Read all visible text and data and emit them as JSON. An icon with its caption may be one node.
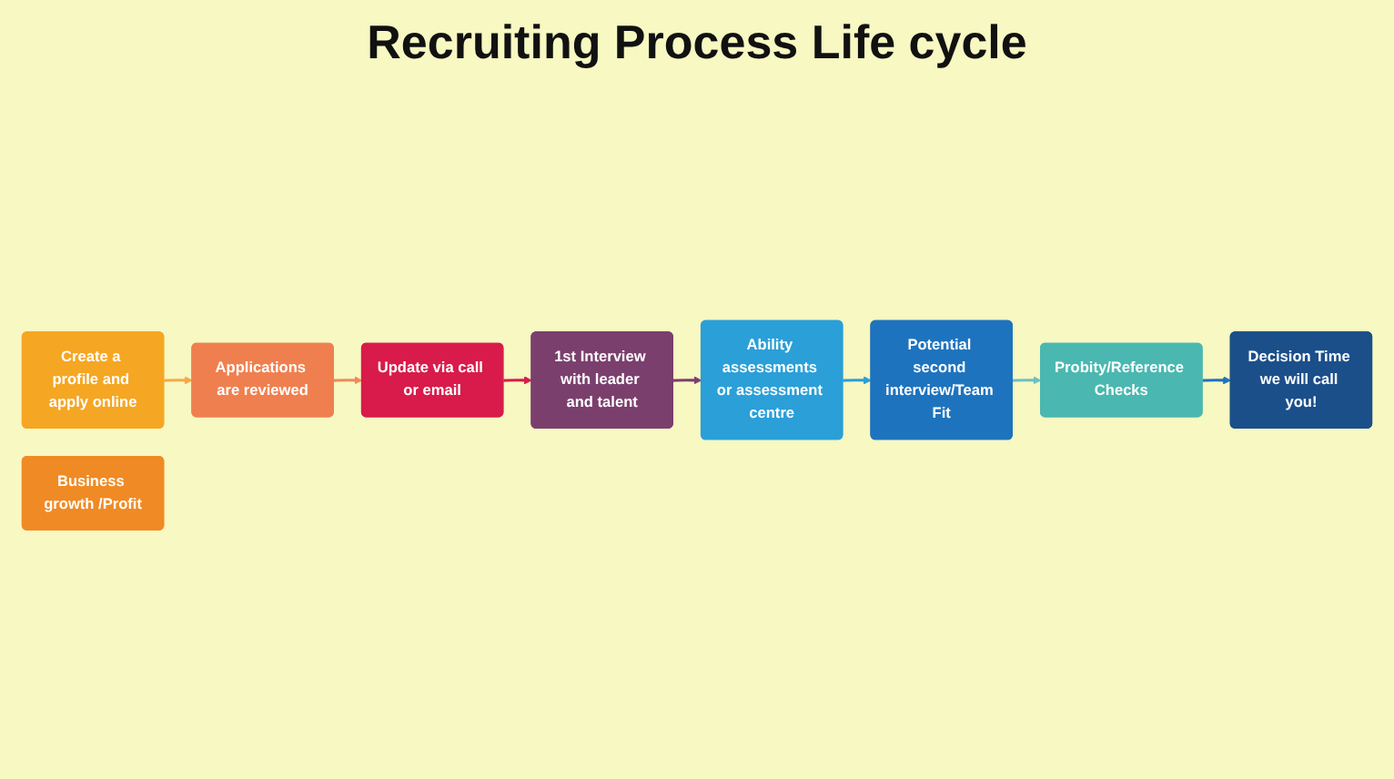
{
  "diagram": {
    "title": "Recruiting Process Life cycle",
    "nodes": [
      {
        "text": [
          "Create a profile and apply online"
        ]
      },
      {
        "text": [
          "Applications are reviewed"
        ]
      },
      {
        "text": [
          "Update via call or email"
        ]
      },
      {
        "text": [
          "1st Interview with leader and talent"
        ]
      },
      {
        "text": [
          "Ability assessments or assessment centre"
        ]
      },
      {
        "text": [
          "Potential second interview/Team Fit"
        ]
      },
      {
        "text": [
          "Probity/Reference Checks"
        ]
      },
      {
        "text": [
          "Decision Time we will call you!"
        ]
      },
      {
        "text": [
          "Business growth /Profit"
        ]
      }
    ],
    "edges": [
      {
        "from": 0,
        "to": 1,
        "arrow": "to",
        "color": "#f5a94a"
      },
      {
        "from": 1,
        "to": 2,
        "arrow": "to",
        "color": "#f08a5a"
      },
      {
        "from": 2,
        "to": 3,
        "arrow": "to",
        "color": "#d81b4a"
      },
      {
        "from": 3,
        "to": 4,
        "arrow": "to",
        "color": "#7b3f6e"
      },
      {
        "from": 4,
        "to": 5,
        "arrow": "to",
        "color": "#2a9fd8"
      },
      {
        "from": 5,
        "to": 6,
        "arrow": "to",
        "color": "#6cc0c0"
      },
      {
        "from": 6,
        "to": 7,
        "arrow": "to",
        "color": "#1e73be"
      }
    ]
  }
}
